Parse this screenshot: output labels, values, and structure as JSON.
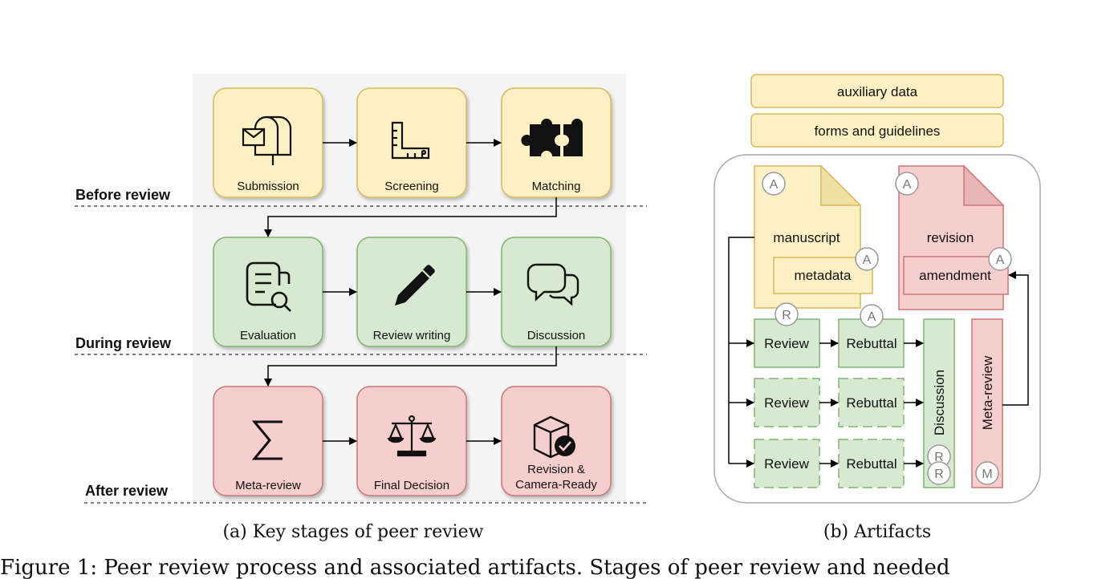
{
  "stages": {
    "phases": {
      "before": "Before review",
      "during": "During review",
      "after": "After review"
    },
    "boxes": {
      "submission": "Submission",
      "screening": "Screening",
      "matching": "Matching",
      "evaluation": "Evaluation",
      "review_writing": "Review writing",
      "discussion": "Discussion",
      "meta_review": "Meta-review",
      "final_decision": "Final Decision",
      "revision_line1": "Revision &",
      "revision_line2": "Camera-Ready"
    },
    "caption": "(a) Key stages of peer review"
  },
  "artifacts": {
    "auxiliary": "auxiliary data",
    "forms": "forms and guidelines",
    "manuscript": "manuscript",
    "metadata": "metadata",
    "revision": "revision",
    "amendment": "amendment",
    "review": "Review",
    "rebuttal": "Rebuttal",
    "discussion": "Discussion",
    "meta_review": "Meta-review",
    "badges": {
      "author": "A",
      "reviewer": "R",
      "meta": "M"
    },
    "caption": "(b) Artifacts"
  },
  "figure_caption": "Figure 1: Peer review process and associated artifacts. Stages of peer review and needed"
}
